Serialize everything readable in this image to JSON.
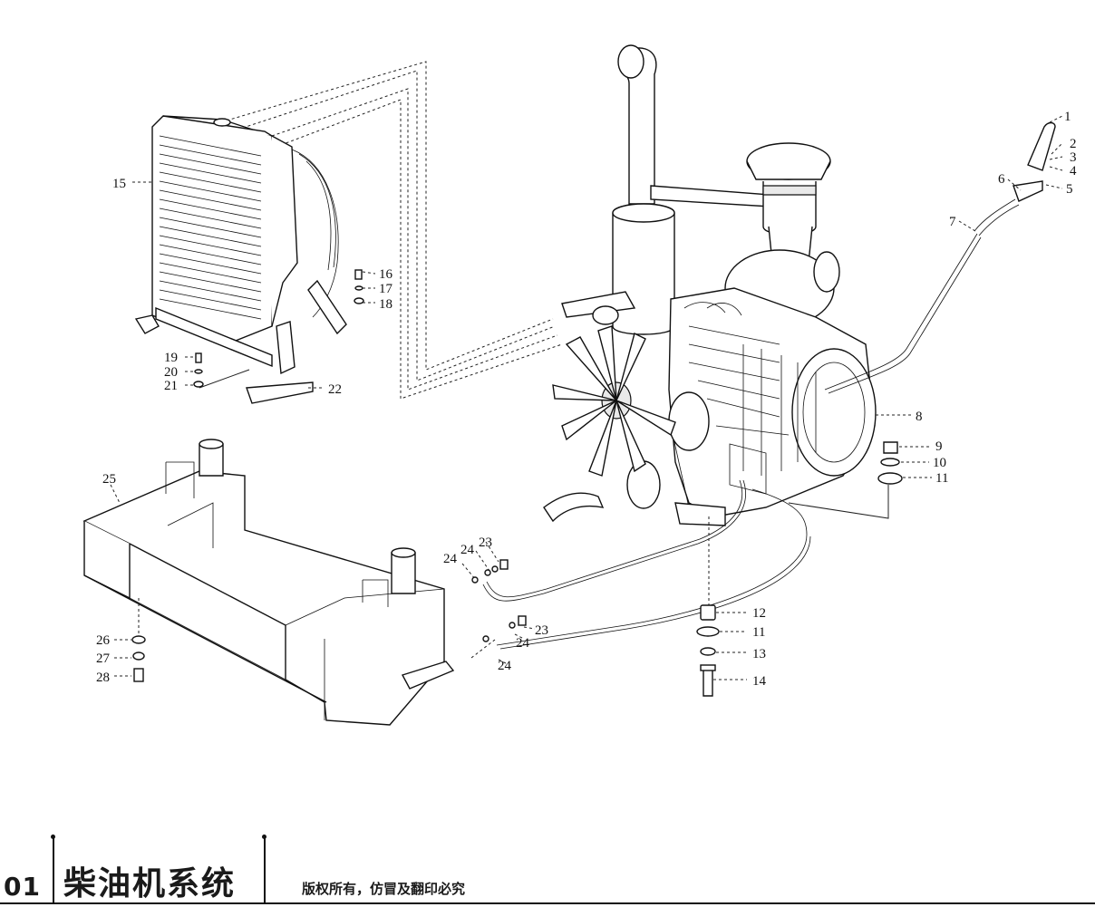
{
  "footer": {
    "section_number": "01",
    "title": "柴油机系统",
    "copyright": "版权所有，仿冒及翻印必究"
  },
  "callouts": [
    {
      "id": "c1",
      "label": "1"
    },
    {
      "id": "c2",
      "label": "2"
    },
    {
      "id": "c3",
      "label": "3"
    },
    {
      "id": "c4",
      "label": "4"
    },
    {
      "id": "c5",
      "label": "5"
    },
    {
      "id": "c6",
      "label": "6"
    },
    {
      "id": "c7",
      "label": "7"
    },
    {
      "id": "c8",
      "label": "8"
    },
    {
      "id": "c9",
      "label": "9"
    },
    {
      "id": "c10",
      "label": "10"
    },
    {
      "id": "c11a",
      "label": "11"
    },
    {
      "id": "c12",
      "label": "12"
    },
    {
      "id": "c11b",
      "label": "11"
    },
    {
      "id": "c13",
      "label": "13"
    },
    {
      "id": "c14",
      "label": "14"
    },
    {
      "id": "c15",
      "label": "15"
    },
    {
      "id": "c16",
      "label": "16"
    },
    {
      "id": "c17",
      "label": "17"
    },
    {
      "id": "c18",
      "label": "18"
    },
    {
      "id": "c19",
      "label": "19"
    },
    {
      "id": "c20",
      "label": "20"
    },
    {
      "id": "c21",
      "label": "21"
    },
    {
      "id": "c22",
      "label": "22"
    },
    {
      "id": "c23a",
      "label": "23"
    },
    {
      "id": "c24a",
      "label": "24"
    },
    {
      "id": "c24b",
      "label": "24"
    },
    {
      "id": "c23b",
      "label": "23"
    },
    {
      "id": "c24c",
      "label": "24"
    },
    {
      "id": "c24d",
      "label": "24"
    },
    {
      "id": "c25",
      "label": "25"
    },
    {
      "id": "c26",
      "label": "26"
    },
    {
      "id": "c27",
      "label": "27"
    },
    {
      "id": "c28",
      "label": "28"
    }
  ]
}
